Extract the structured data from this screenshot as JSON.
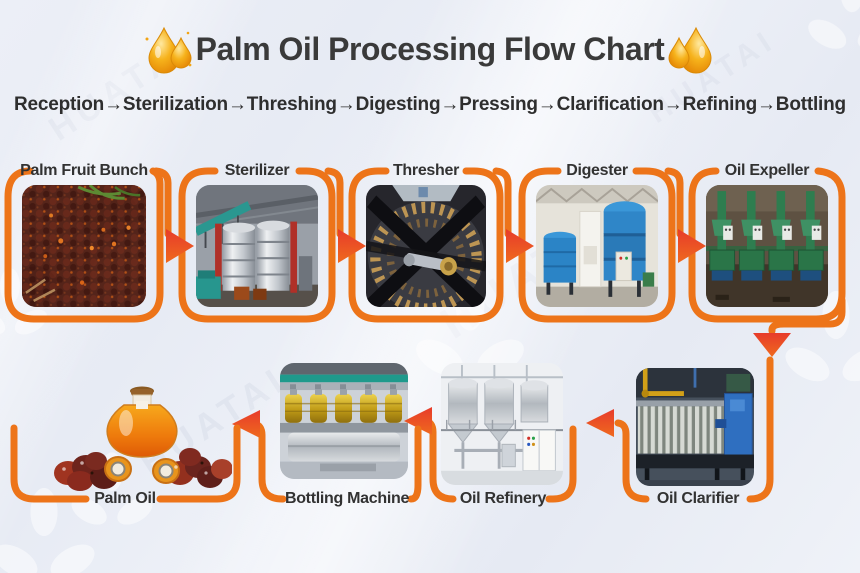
{
  "title": {
    "text": "Palm Oil Processing Flow Chart",
    "left_icon": "oil-drop-icon",
    "right_icon": "oil-drop-icon"
  },
  "process_flow": {
    "separator": "→",
    "steps": [
      "Reception",
      "Sterilization",
      "Threshing",
      "Digesting",
      "Pressing",
      "Clarification",
      "Refining",
      "Bottling"
    ],
    "display": "Reception→Sterilization→Threshing→Digesting→Pressing→Clarification→Refining→Bottling"
  },
  "top_row": [
    {
      "label": "Palm Fruit Bunch",
      "photo": "palm-fruit-bunch-photo"
    },
    {
      "label": "Sterilizer",
      "photo": "sterilizer-photo"
    },
    {
      "label": "Thresher",
      "photo": "thresher-photo"
    },
    {
      "label": "Digester",
      "photo": "digester-photo"
    },
    {
      "label": "Oil Expeller",
      "photo": "oil-expeller-photo"
    }
  ],
  "bottom_row": [
    {
      "label": "Palm Oil",
      "photo": "palm-oil-product-photo"
    },
    {
      "label": "Bottling Machine",
      "photo": "bottling-machine-photo"
    },
    {
      "label": "Oil Refinery",
      "photo": "oil-refinery-photo"
    },
    {
      "label": "Oil Clarifier",
      "photo": "oil-clarifier-photo"
    }
  ],
  "watermark": {
    "text": "HUATAI",
    "icon": "flower-logo-watermark"
  },
  "colors": {
    "frame_orange": "#ed7419",
    "arrow_red": "#e73b2b",
    "arrow_orange": "#ef6a1e",
    "title_text": "#3a3a3a",
    "background": "#e9edf5"
  }
}
